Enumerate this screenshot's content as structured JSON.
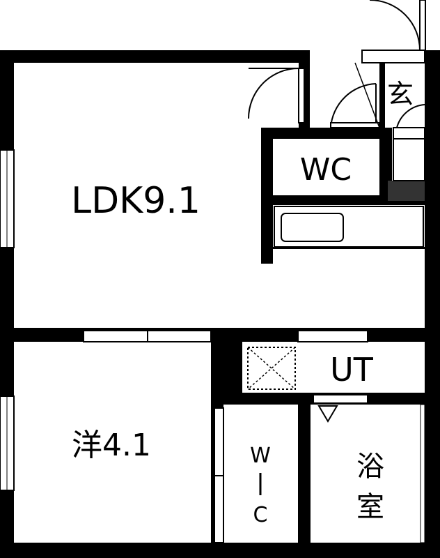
{
  "rooms": {
    "ldk": "LDK9.1",
    "western": "洋4.1",
    "wc": "WC",
    "ut": "UT",
    "entrance": "玄",
    "walk_in_closet": [
      "W",
      "C"
    ],
    "bath": [
      "浴",
      "室"
    ]
  },
  "colors": {
    "wall": "#000000",
    "bath_wall": "#333333",
    "floor": "#ffffff",
    "line": "#000000"
  }
}
